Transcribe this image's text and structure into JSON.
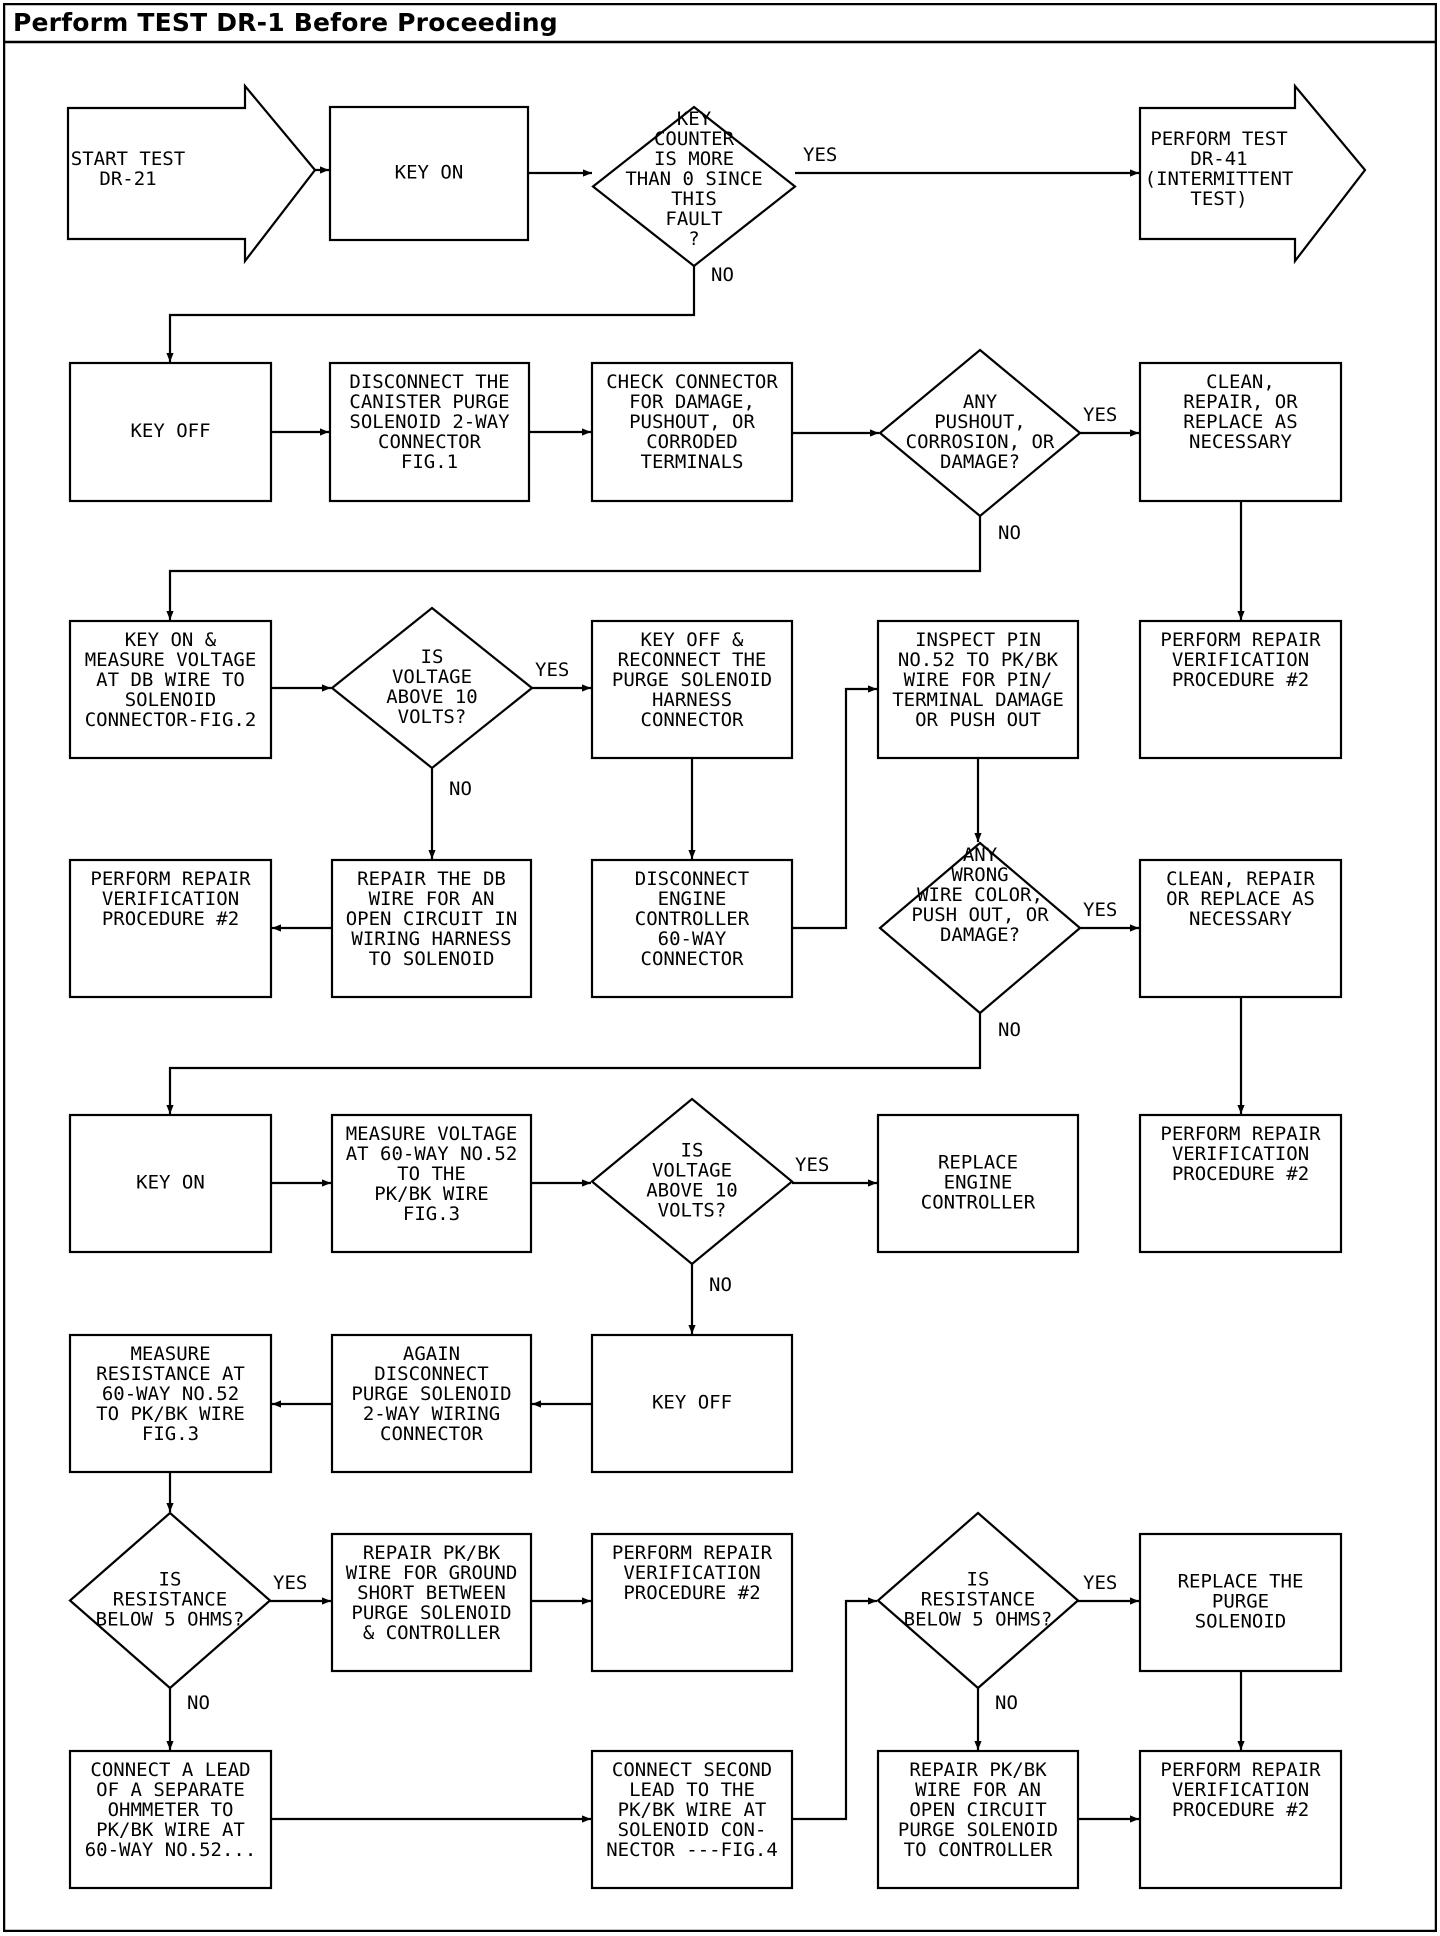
{
  "header": {
    "title": "Perform TEST DR-1 Before Proceeding"
  },
  "nodes": {
    "start": [
      "START TEST",
      "DR-21"
    ],
    "key_on_1": [
      "KEY ON"
    ],
    "d_key_counter": [
      "KEY",
      "COUNTER",
      "IS MORE",
      "THAN 0 SINCE",
      "THIS",
      "FAULT",
      "?"
    ],
    "perform_dr41": [
      "PERFORM TEST",
      "DR-41",
      "(INTERMITTENT",
      "TEST)"
    ],
    "key_off_1": [
      "KEY OFF"
    ],
    "disconnect_canister": [
      "DISCONNECT THE",
      "CANISTER PURGE",
      "SOLENOID 2-WAY",
      "CONNECTOR",
      "FIG.1"
    ],
    "check_connector": [
      "CHECK CONNECTOR",
      "FOR DAMAGE,",
      "PUSHOUT, OR",
      "CORRODED",
      "TERMINALS"
    ],
    "d_pushout": [
      "ANY",
      "PUSHOUT,",
      "CORROSION, OR",
      "DAMAGE?"
    ],
    "clean_repair_1": [
      "CLEAN,",
      "REPAIR, OR",
      "REPLACE AS",
      "NECESSARY"
    ],
    "measure_db": [
      "KEY ON &",
      "MEASURE VOLTAGE",
      "AT DB WIRE TO",
      "SOLENOID",
      "CONNECTOR-FIG.2"
    ],
    "d_voltage_1": [
      "IS",
      "VOLTAGE",
      "ABOVE 10",
      "VOLTS?"
    ],
    "reconnect": [
      "KEY OFF &",
      "RECONNECT THE",
      "PURGE SOLENOID",
      "HARNESS",
      "CONNECTOR"
    ],
    "inspect_pin": [
      "INSPECT PIN",
      "NO.52 TO PK/BK",
      "WIRE FOR PIN/",
      "TERMINAL DAMAGE",
      "OR PUSH OUT"
    ],
    "verify_1": [
      "PERFORM REPAIR",
      "VERIFICATION",
      "PROCEDURE #2"
    ],
    "verify_2": [
      "PERFORM REPAIR",
      "VERIFICATION",
      "PROCEDURE #2"
    ],
    "repair_db": [
      "REPAIR THE DB",
      "WIRE FOR AN",
      "OPEN CIRCUIT IN",
      "WIRING HARNESS",
      "TO SOLENOID"
    ],
    "disconnect_ecu": [
      "DISCONNECT",
      "ENGINE",
      "CONTROLLER",
      "60-WAY",
      "CONNECTOR"
    ],
    "d_wrong_wire": [
      "ANY",
      "WRONG",
      "WIRE COLOR,",
      "PUSH OUT, OR",
      "DAMAGE?"
    ],
    "clean_repair_2": [
      "CLEAN, REPAIR",
      "OR REPLACE AS",
      "NECESSARY"
    ],
    "key_on_2": [
      "KEY ON"
    ],
    "measure_60way": [
      "MEASURE VOLTAGE",
      "AT 60-WAY NO.52",
      "TO THE",
      "PK/BK WIRE",
      "FIG.3"
    ],
    "d_voltage_2": [
      "IS",
      "VOLTAGE",
      "ABOVE 10",
      "VOLTS?"
    ],
    "replace_ecu": [
      "REPLACE",
      "ENGINE",
      "CONTROLLER"
    ],
    "verify_3": [
      "PERFORM REPAIR",
      "VERIFICATION",
      "PROCEDURE #2"
    ],
    "measure_res": [
      "MEASURE",
      "RESISTANCE AT",
      "60-WAY NO.52",
      "TO PK/BK WIRE",
      "FIG.3"
    ],
    "again_disconnect": [
      "AGAIN",
      "DISCONNECT",
      "PURGE SOLENOID",
      "2-WAY WIRING",
      "CONNECTOR"
    ],
    "key_off_2": [
      "KEY OFF"
    ],
    "d_res_1": [
      "IS",
      "RESISTANCE",
      "BELOW 5 OHMS?"
    ],
    "repair_short": [
      "REPAIR PK/BK",
      "WIRE FOR GROUND",
      "SHORT BETWEEN",
      "PURGE SOLENOID",
      "& CONTROLLER"
    ],
    "verify_4": [
      "PERFORM REPAIR",
      "VERIFICATION",
      "PROCEDURE #2"
    ],
    "d_res_2": [
      "IS",
      "RESISTANCE",
      "BELOW 5 OHMS?"
    ],
    "replace_solenoid": [
      "REPLACE THE",
      "PURGE",
      "SOLENOID"
    ],
    "connect_lead": [
      "CONNECT A LEAD",
      "OF A SEPARATE",
      "OHMMETER TO",
      "PK/BK WIRE AT",
      "60-WAY NO.52..."
    ],
    "connect_second": [
      "CONNECT SECOND",
      "LEAD TO THE",
      "PK/BK WIRE AT",
      "SOLENOID CON-",
      "NECTOR ---FIG.4"
    ],
    "repair_open": [
      "REPAIR PK/BK",
      "WIRE FOR AN",
      "OPEN CIRCUIT",
      "PURGE SOLENOID",
      "TO CONTROLLER"
    ],
    "verify_5": [
      "PERFORM REPAIR",
      "VERIFICATION",
      "PROCEDURE #2"
    ]
  },
  "branch_labels": {
    "yes": "YES",
    "no": "NO"
  }
}
